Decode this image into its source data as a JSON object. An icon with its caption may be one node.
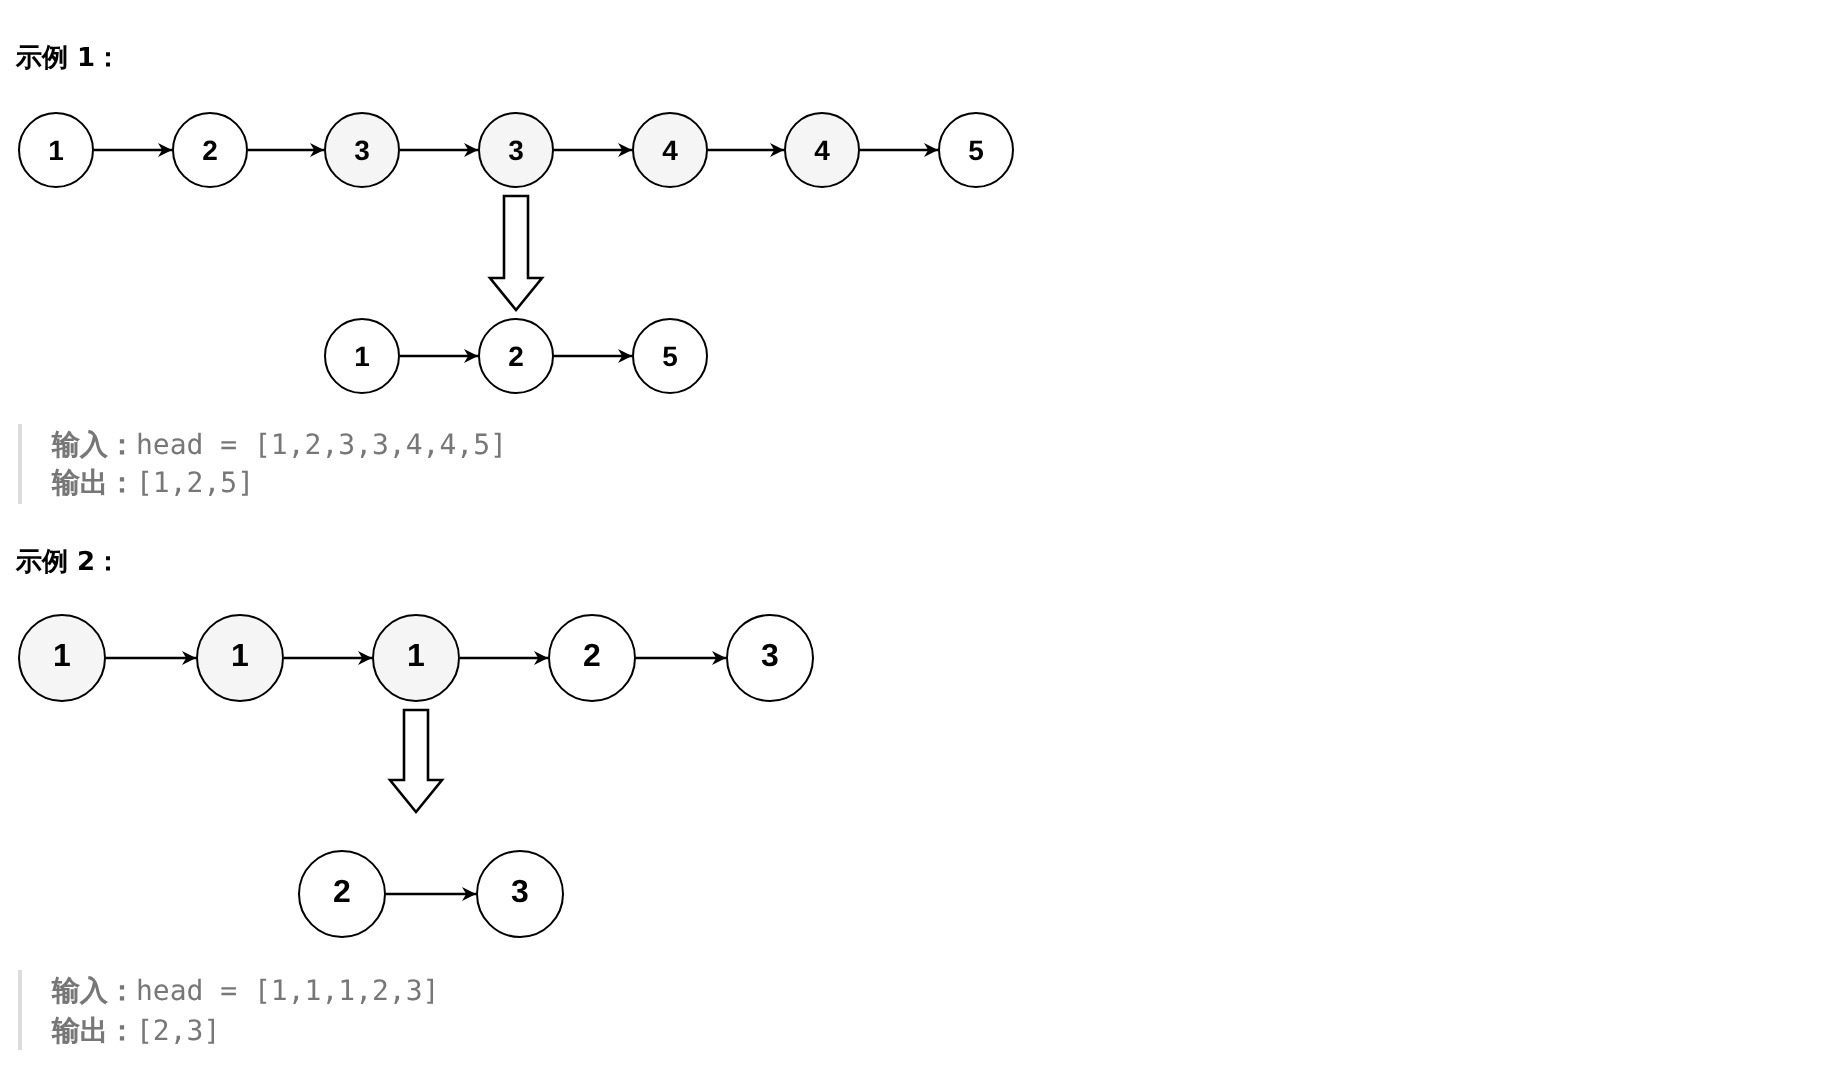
{
  "diagram": {
    "nodes": [
      {
        "text": [
          "1"
        ]
      },
      {
        "text": [
          "2"
        ]
      },
      {
        "text": [
          "3"
        ]
      },
      {
        "text": [
          "3"
        ]
      },
      {
        "text": [
          "4"
        ]
      },
      {
        "text": [
          "4"
        ]
      },
      {
        "text": [
          "5"
        ]
      },
      {
        "text": [
          "1"
        ]
      },
      {
        "text": [
          "2"
        ]
      },
      {
        "text": [
          "5"
        ]
      },
      {
        "text": [
          "1"
        ]
      },
      {
        "text": [
          "1"
        ]
      },
      {
        "text": [
          "1"
        ]
      },
      {
        "text": [
          "2"
        ]
      },
      {
        "text": [
          "3"
        ]
      },
      {
        "text": [
          "2"
        ]
      },
      {
        "text": [
          "3"
        ]
      }
    ],
    "edges": [
      {
        "from": 0,
        "to": 1,
        "arrow": "to"
      },
      {
        "from": 1,
        "to": 2,
        "arrow": "to"
      },
      {
        "from": 2,
        "to": 3,
        "arrow": "to"
      },
      {
        "from": 3,
        "to": 4,
        "arrow": "to"
      },
      {
        "from": 4,
        "to": 5,
        "arrow": "to"
      },
      {
        "from": 5,
        "to": 6,
        "arrow": "to"
      },
      {
        "from": 7,
        "to": 8,
        "arrow": "to"
      },
      {
        "from": 8,
        "to": 9,
        "arrow": "to"
      },
      {
        "from": 3,
        "to": 8,
        "arrow": "to",
        "style": "thick"
      },
      {
        "from": 10,
        "to": 11,
        "arrow": "to"
      },
      {
        "from": 11,
        "to": 12,
        "arrow": "to"
      },
      {
        "from": 12,
        "to": 13,
        "arrow": "to"
      },
      {
        "from": 13,
        "to": 14,
        "arrow": "to"
      },
      {
        "from": 15,
        "to": 16,
        "arrow": "to"
      },
      {
        "from": 12,
        "to": null,
        "arrow": "to",
        "style": "thick"
      }
    ],
    "labels": [
      "示例 1：",
      "**输入：**head = [1,2,3,3,4,4,5]",
      "**输出：**[1,2,5]",
      "示例 2：",
      "**输入：**head = [1,1,1,2,3]",
      "**输出：**[2,3]"
    ]
  }
}
